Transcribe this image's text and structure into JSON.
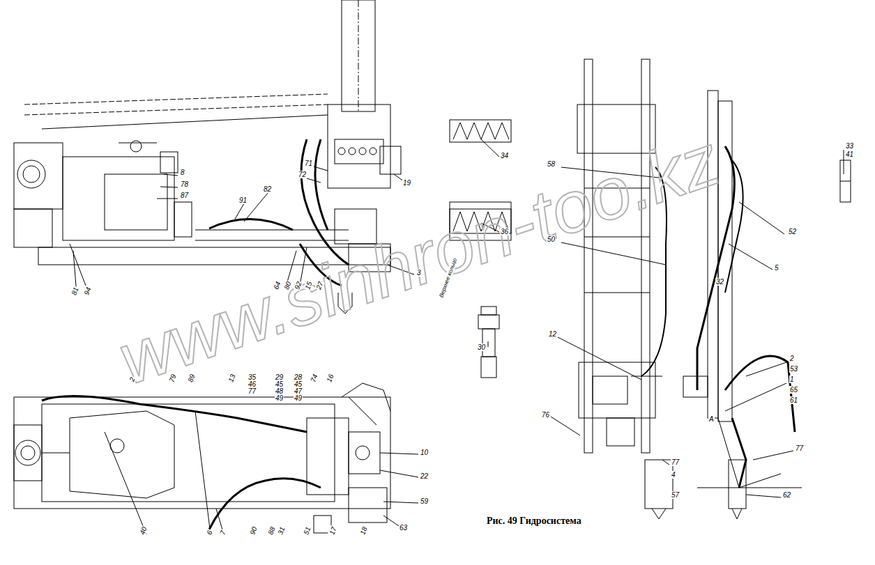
{
  "diagram": {
    "caption": "Рис. 49 Гидросистема",
    "labels": [
      "www.sinhron-too.kz",
      "8",
      "78",
      "87",
      "71",
      "72",
      "19",
      "82",
      "91",
      "3",
      "64",
      "80",
      "92",
      "15",
      "27",
      "81",
      "94",
      "2",
      "79",
      "89",
      "13",
      "35",
      "46",
      "77",
      "29",
      "45",
      "48",
      "49",
      "28",
      "45",
      "47",
      "49",
      "74",
      "16",
      "10",
      "22",
      "59",
      "63",
      "40",
      "6",
      "7",
      "90",
      "88",
      "31",
      "51",
      "17",
      "18",
      "34",
      "36",
      "Верхнее кольцо",
      "30",
      "58",
      "50",
      "12",
      "76",
      "77",
      "4",
      "57",
      "33",
      "41",
      "52",
      "5",
      "32",
      "2",
      "53",
      "1",
      "65",
      "61",
      "77",
      "62",
      "А"
    ]
  }
}
